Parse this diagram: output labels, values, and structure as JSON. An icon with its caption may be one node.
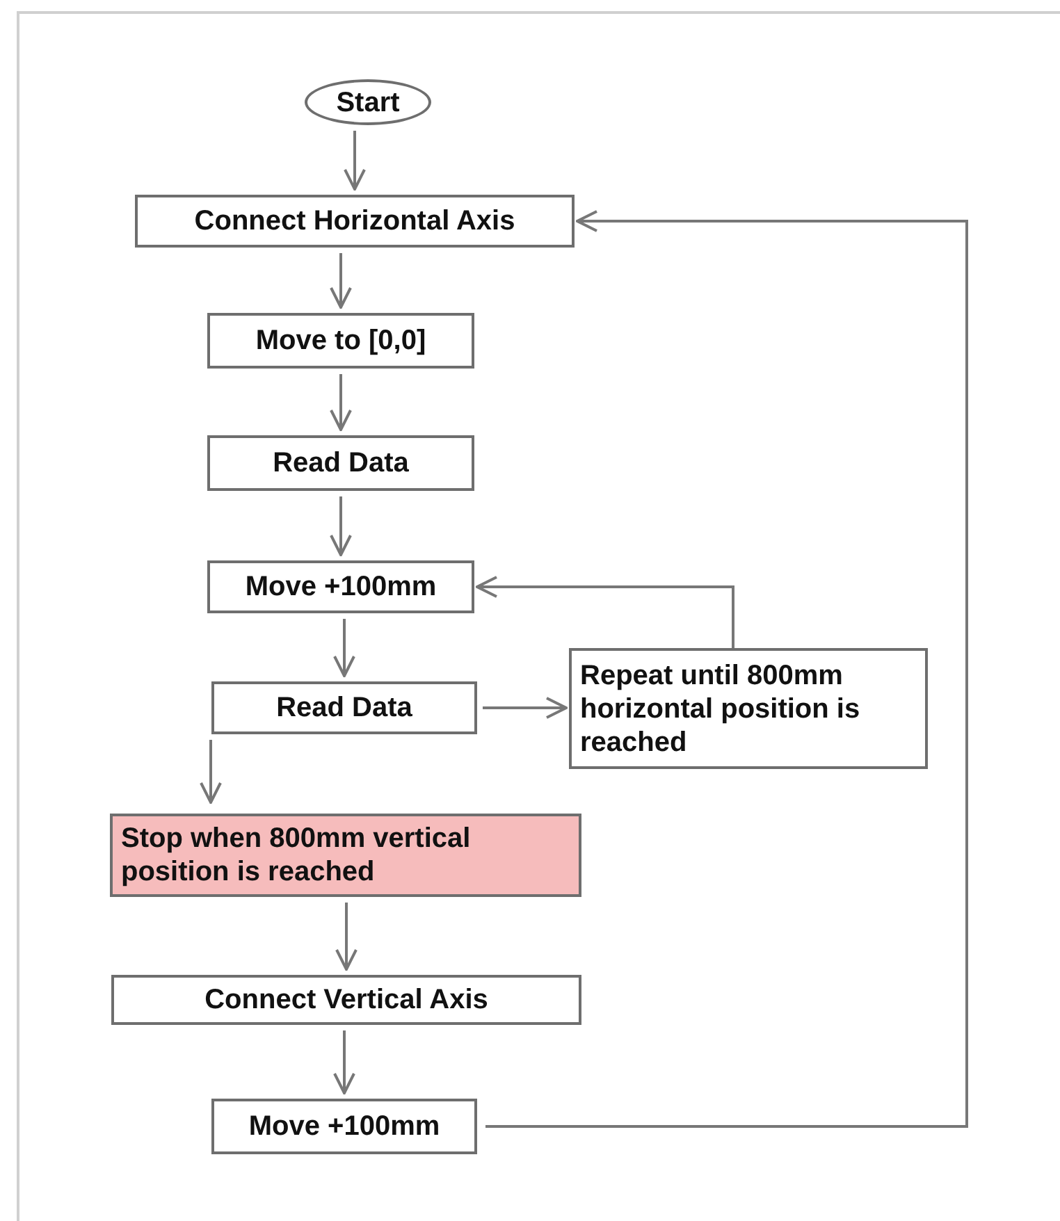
{
  "diagram": {
    "nodes": [
      {
        "text": [
          "Start"
        ]
      },
      {
        "text": [
          "Connect Horizontal Axis"
        ]
      },
      {
        "text": [
          "Move to [0,0]"
        ]
      },
      {
        "text": [
          "Read Data"
        ]
      },
      {
        "text": [
          "Move +100mm"
        ]
      },
      {
        "text": [
          "Read Data"
        ]
      },
      {
        "text": [
          "Repeat until 800mm horizontal position is reached"
        ]
      },
      {
        "text": [
          "Stop when 800mm vertical position is reached"
        ]
      },
      {
        "text": [
          "Connect Vertical Axis"
        ]
      },
      {
        "text": [
          "Move +100mm"
        ]
      }
    ],
    "edges": [
      {
        "from": 0,
        "to": 1,
        "arrow": "to"
      },
      {
        "from": 1,
        "to": 2,
        "arrow": "to"
      },
      {
        "from": 2,
        "to": 3,
        "arrow": "to"
      },
      {
        "from": 3,
        "to": 4,
        "arrow": "to"
      },
      {
        "from": 4,
        "to": 5,
        "arrow": "to"
      },
      {
        "from": 5,
        "to": 6,
        "arrow": "to"
      },
      {
        "from": 6,
        "to": 4,
        "arrow": "to"
      },
      {
        "from": 5,
        "to": 7,
        "arrow": "to"
      },
      {
        "from": 7,
        "to": 8,
        "arrow": "to"
      },
      {
        "from": 8,
        "to": 9,
        "arrow": "to"
      },
      {
        "from": 9,
        "to": 1,
        "arrow": "to"
      }
    ]
  }
}
